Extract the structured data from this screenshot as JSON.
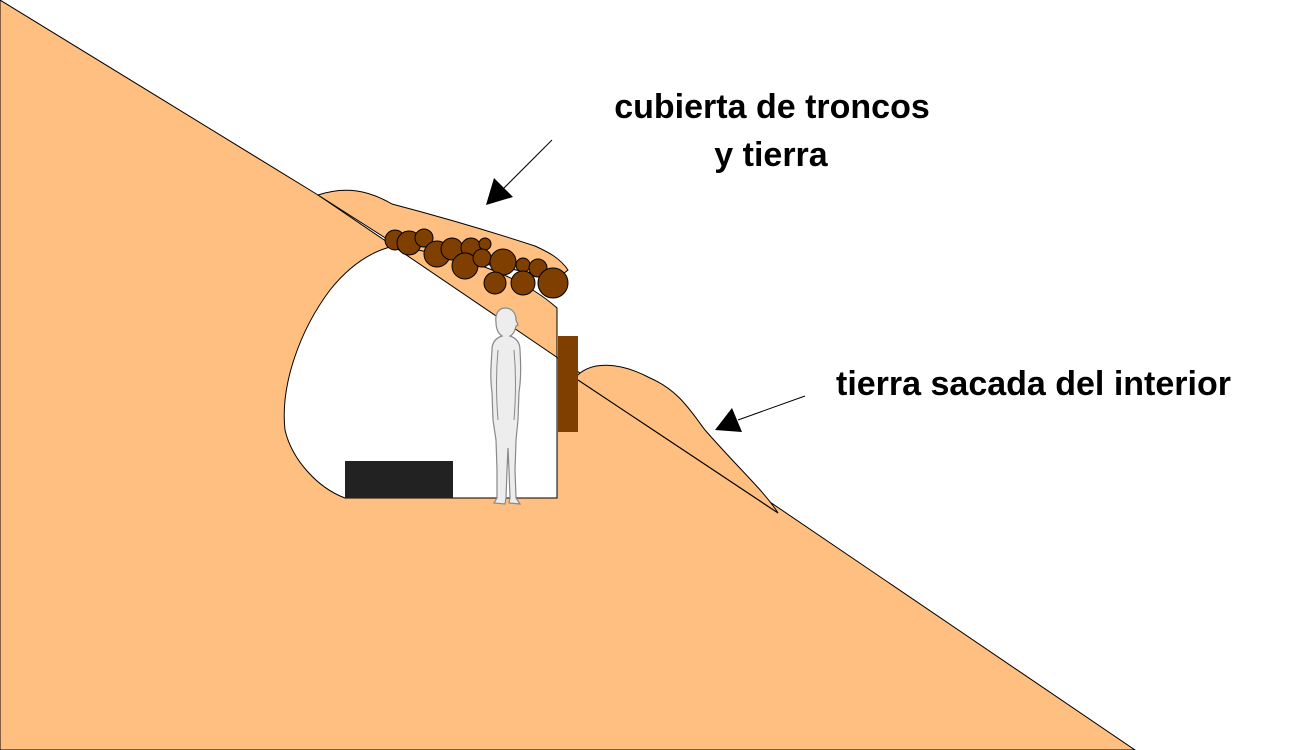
{
  "labels": {
    "roof_line1": "cubierta de troncos",
    "roof_line2": "y tierra",
    "spoil": "tierra sacada del interior"
  },
  "colors": {
    "earth": "#FFBF80",
    "log": "#7F3F00",
    "door": "#7F3F00",
    "bed": "#222222",
    "person_fill": "#EDEDED",
    "person_stroke": "#888888",
    "outline": "#000000"
  },
  "icons": {
    "person": "standing-person-silhouette",
    "arrow": "arrow-pointer"
  }
}
